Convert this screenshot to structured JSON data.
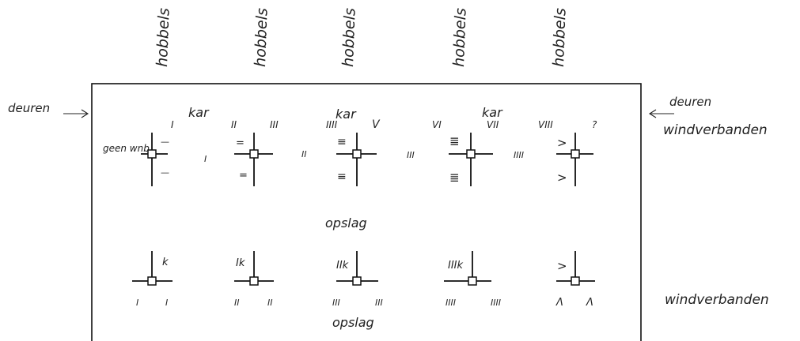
{
  "top_labels": [
    "hobbels",
    "hobbels",
    "hobbels",
    "hobbels",
    "hobbels"
  ],
  "left_label": "deuren",
  "right_label": "deuren",
  "right_label_top": "windverbanden",
  "right_label_bottom": "windverbanden",
  "side_note": "geen wnb",
  "kar_labels": [
    "kar",
    "kar",
    "kar"
  ],
  "middle_label": "opslag",
  "bottom_label": "opslag",
  "roman_row": [
    "I",
    "II",
    "III",
    "IIII",
    "V",
    "VI",
    "VII",
    "VIII",
    "?"
  ],
  "between_top": [
    "I",
    "II",
    "III",
    "IIII"
  ],
  "top_cross_marks": [
    [
      "—",
      "—"
    ],
    [
      "=",
      "="
    ],
    [
      "≡",
      "≡"
    ],
    [
      "≣",
      "≣"
    ],
    [
      ">",
      ">"
    ]
  ],
  "bottom_cross_marks": [
    "k",
    "Ik",
    "IIk",
    "IIIk",
    ">"
  ],
  "bottom_under": [
    [
      "I",
      "I"
    ],
    [
      "II",
      "II"
    ],
    [
      "III",
      "III"
    ],
    [
      "IIII",
      "IIII"
    ],
    [
      "Λ",
      "Λ"
    ]
  ]
}
